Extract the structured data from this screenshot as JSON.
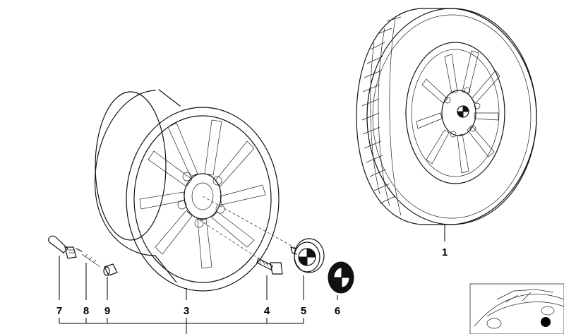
{
  "parts": [
    {
      "id": "tyre-wheel-assembly",
      "label": "1"
    },
    {
      "id": "alloy-rim",
      "label": "3"
    },
    {
      "id": "wheel-bolt",
      "label": "4"
    },
    {
      "id": "hub-cap",
      "label": "5"
    },
    {
      "id": "emblem",
      "label": "6"
    },
    {
      "id": "valve",
      "label": "7"
    },
    {
      "id": "valve-core",
      "label": "8"
    },
    {
      "id": "valve-cap",
      "label": "9"
    }
  ],
  "colors": {
    "line": "#111111",
    "background": "#ffffff"
  }
}
